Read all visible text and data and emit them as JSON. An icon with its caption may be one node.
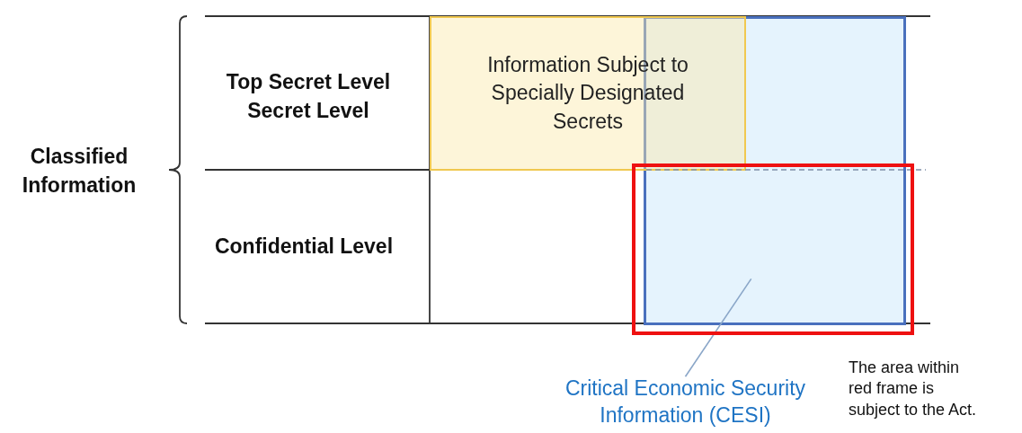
{
  "diagram": {
    "nodes": [
      {
        "text": [
          "Information Subject to Specially Designated Secrets"
        ]
      },
      {
        "text": [],
        "shape": "box"
      },
      {
        "text": [],
        "shape": "box"
      },
      {
        "text": [
          "Critical Economic Security Information (CESI)"
        ]
      }
    ],
    "edges": [
      {
        "from": 3,
        "to": 1,
        "arrow": "none"
      }
    ],
    "labels": [
      "Classified Information",
      "Top Secret Level",
      "Secret Level",
      "Confidential Level",
      "The area within red frame is subject to the Act."
    ]
  }
}
